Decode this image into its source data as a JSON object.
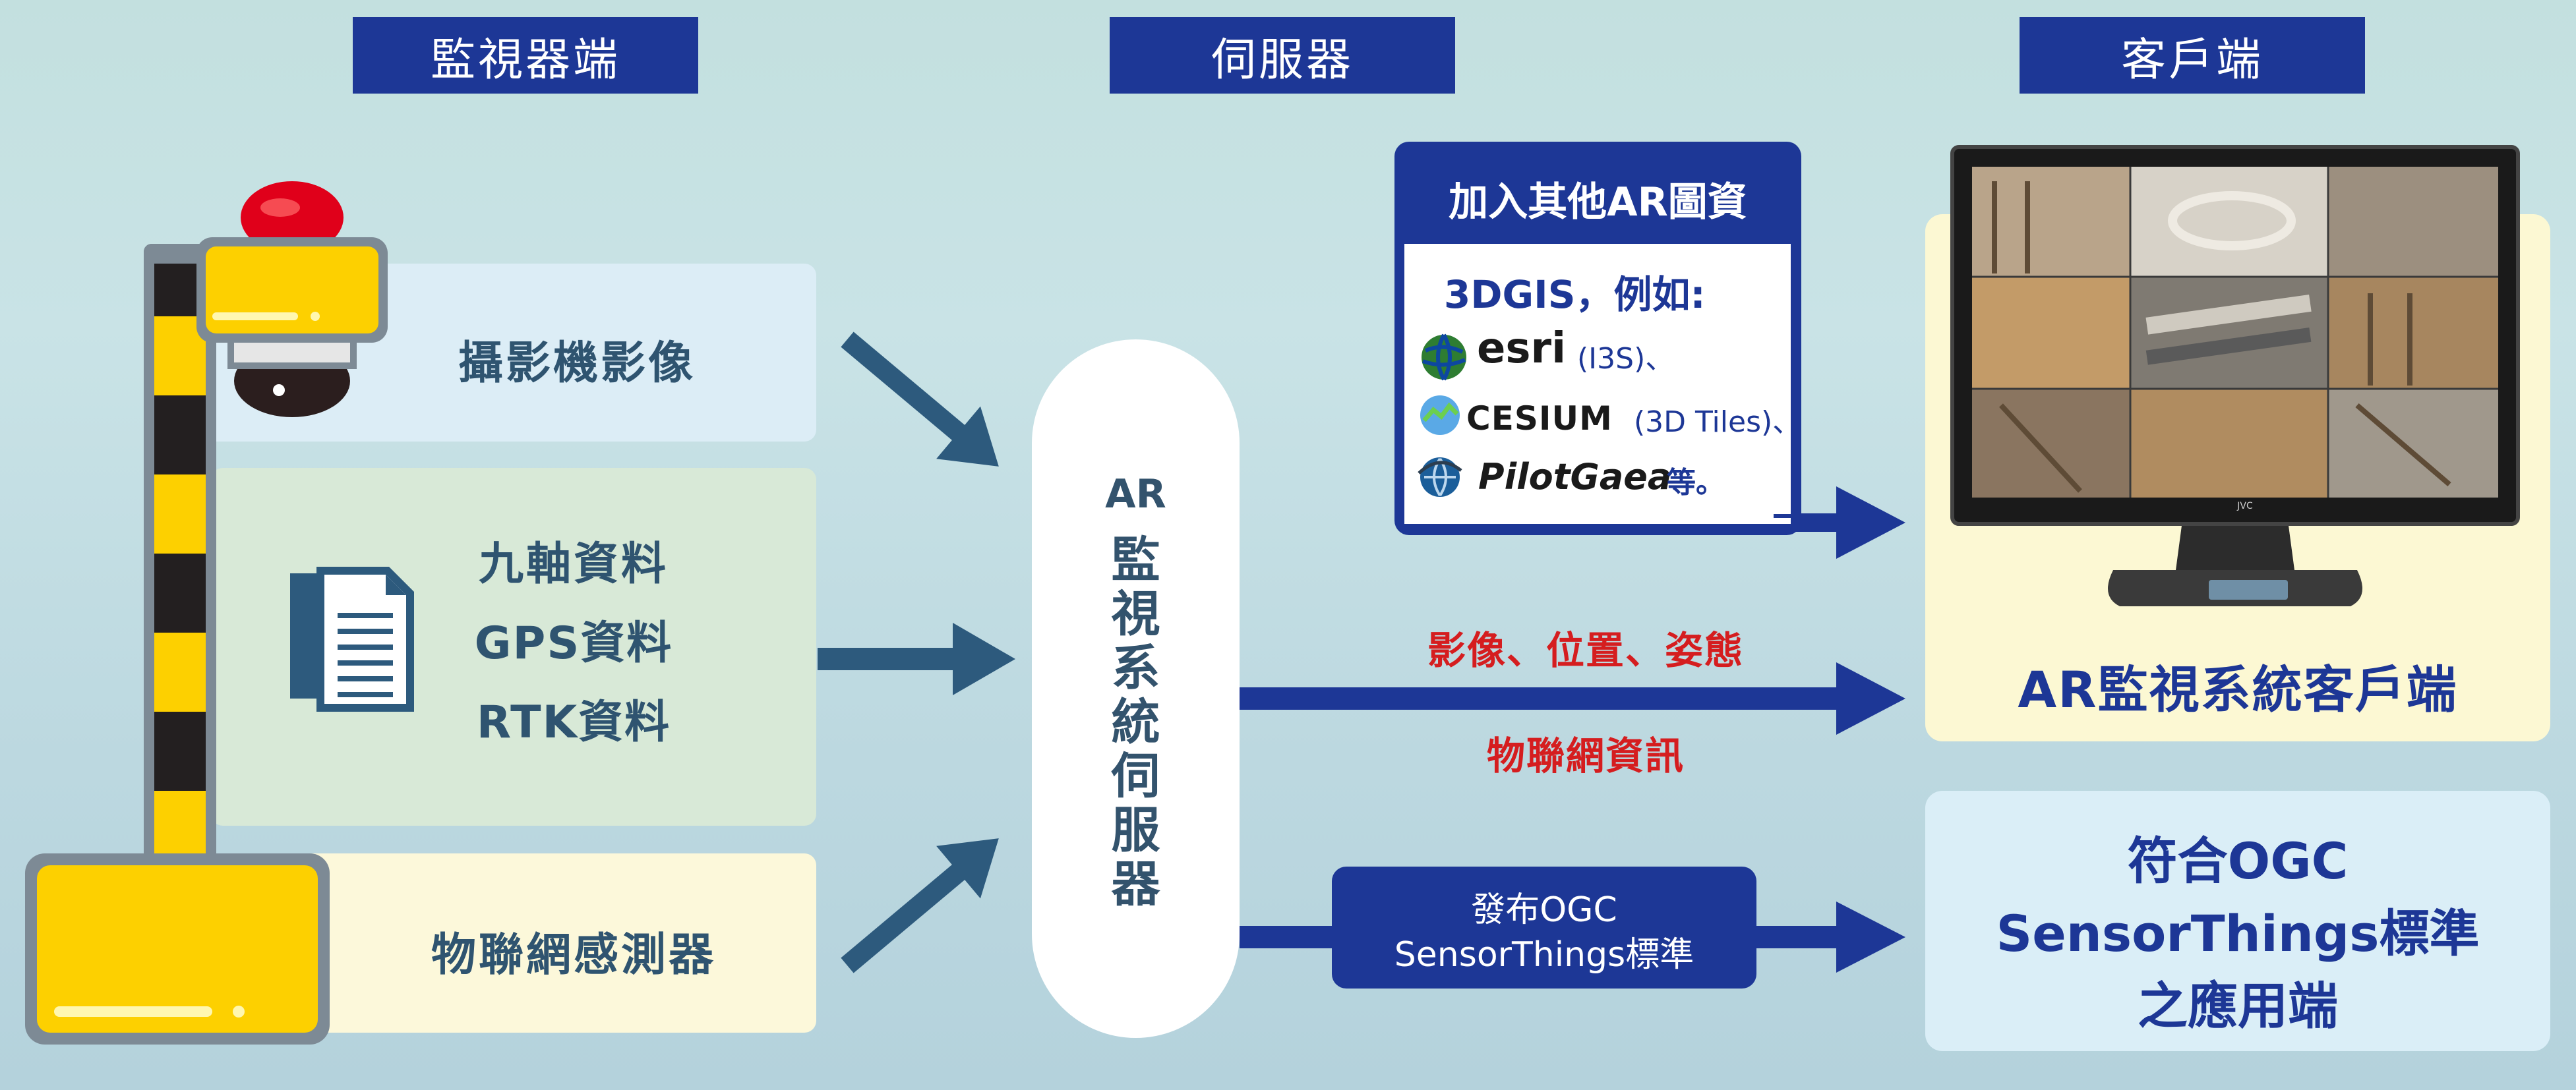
{
  "headers": {
    "monitor": "監視器端",
    "server": "伺服器",
    "client": "客戶端"
  },
  "inputs": {
    "camera": "攝影機影像",
    "nine_axis": "九軸資料",
    "gps": "GPS資料",
    "rtk": "RTK資料",
    "iot": "物聯網感測器"
  },
  "server": {
    "label_latin": "AR",
    "label_chars": [
      "監",
      "視",
      "系",
      "統",
      "伺",
      "服",
      "器"
    ]
  },
  "ar_box": {
    "title": "加入其他AR圖資",
    "line1": "3DGIS，例如:",
    "esri": "esri",
    "esri_fmt": "(I3S)、",
    "cesium": "CESIUM",
    "cesium_fmt": "(3D Tiles)、",
    "pilotgaea": "PilotGaea",
    "pilotgaea_suffix": "等。"
  },
  "flows": {
    "video_pose": "影像、位置、姿態",
    "iot_info": "物聯網資訊",
    "publish_line1": "發布OGC",
    "publish_line2": "SensorThings標準"
  },
  "clients": {
    "ar_client": "AR監視系統客戶端",
    "ogc_line1": "符合OGC",
    "ogc_line2": "SensorThings標準",
    "ogc_line3": "之應用端",
    "monitor_brand": "JVC"
  },
  "colors": {
    "navy": "#1d3796",
    "arrow_teal": "#2d5a7d",
    "red_label": "#d51d1f",
    "pole_yellow": "#fdd000",
    "pole_black": "#231f20"
  }
}
